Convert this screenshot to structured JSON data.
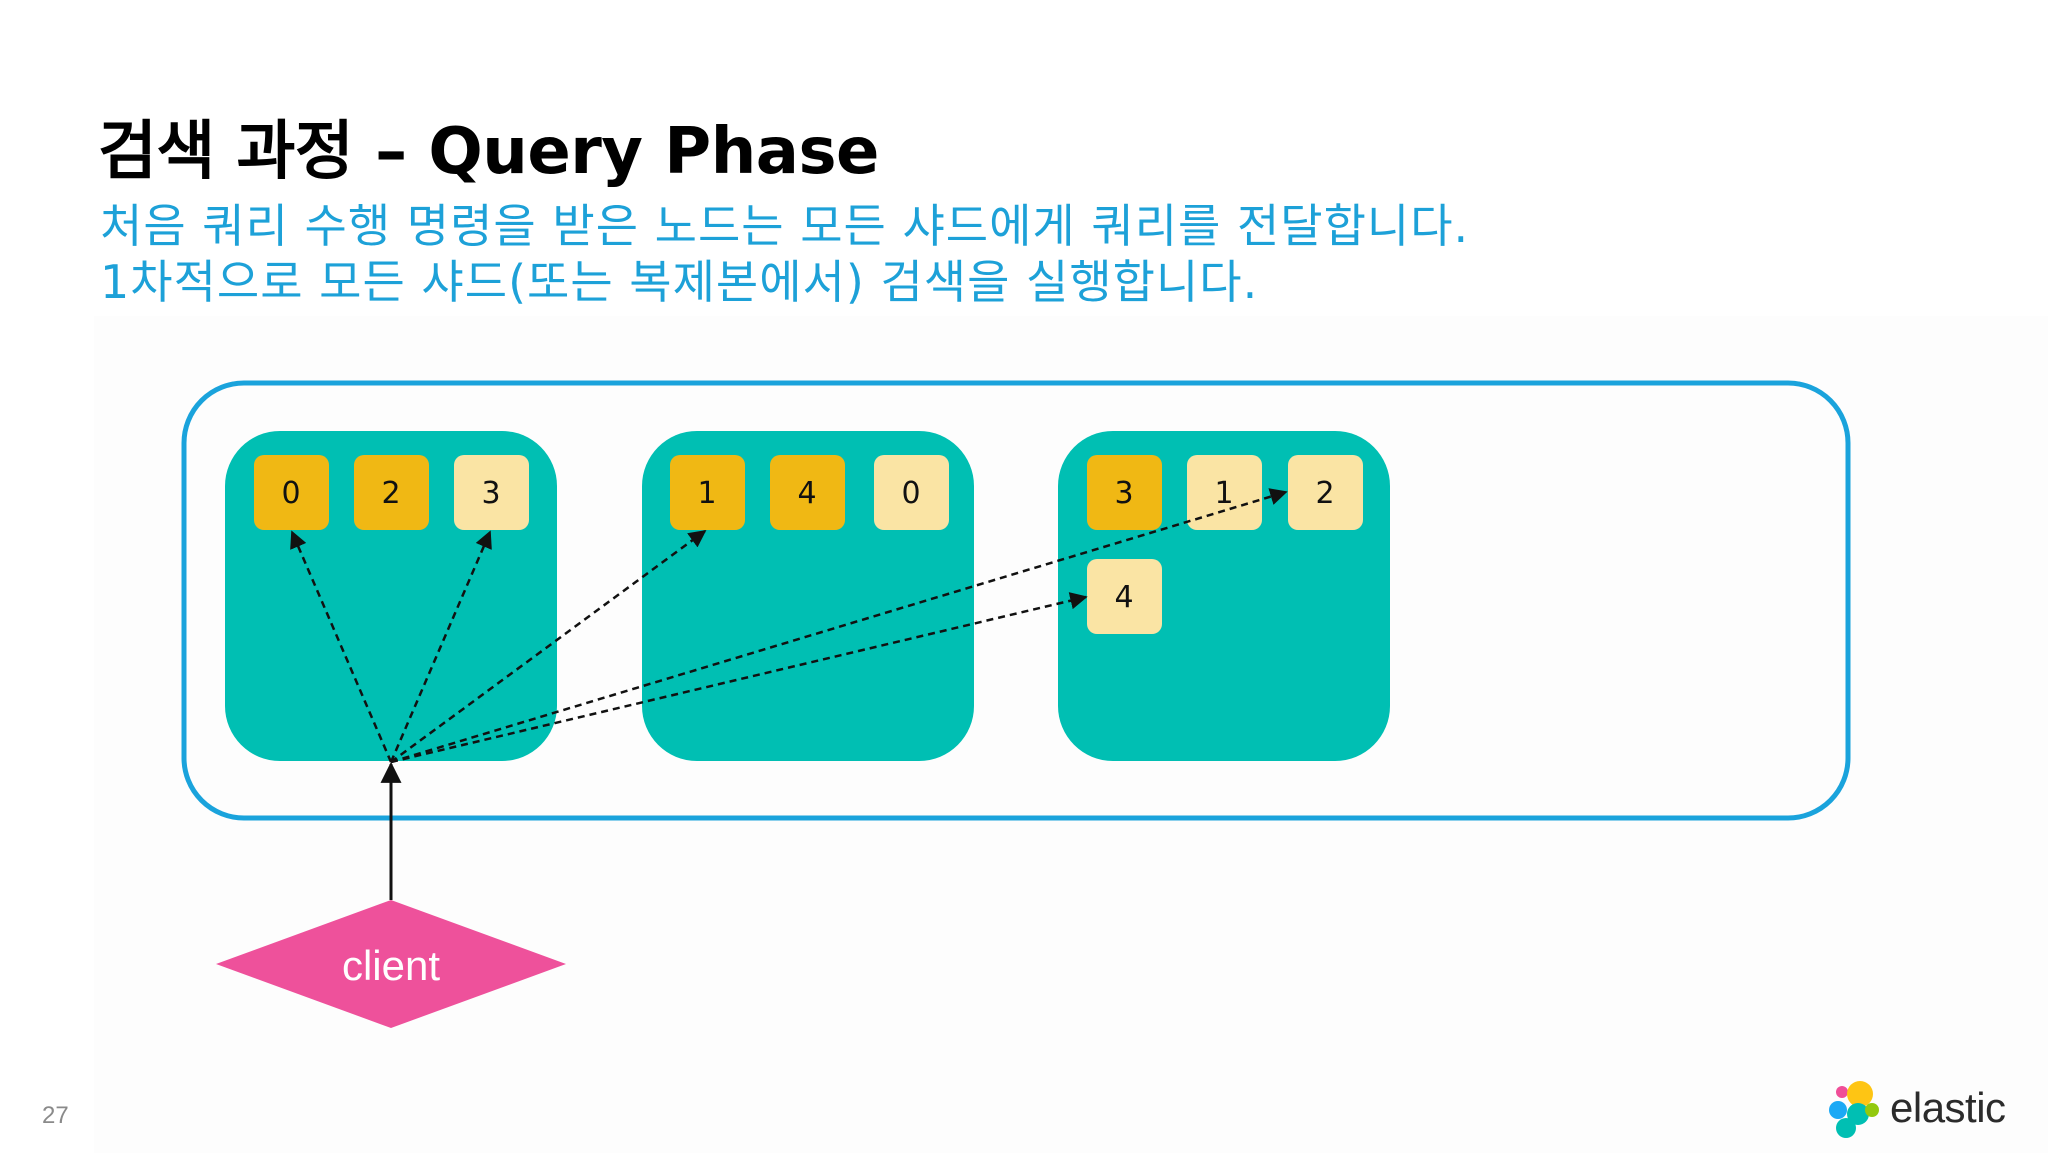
{
  "slide": {
    "title": "검색 과정 – Query Phase",
    "subtitle_line1": "처음 쿼리 수행 명령을 받은 노드는 모든 샤드에게 쿼리를 전달합니다.",
    "subtitle_line2": "1차적으로 모든 샤드(또는 복제본에서) 검색을 실행합니다.",
    "page_number": "27"
  },
  "diagram": {
    "colors": {
      "cluster_border": "#1aa3dc",
      "node_fill": "#00bfb3",
      "primary_shard": "#f0b814",
      "replica_shard": "#fae4a4",
      "client_fill": "#ee519b"
    },
    "nodes": [
      {
        "shards": [
          {
            "label": "0",
            "type": "primary"
          },
          {
            "label": "2",
            "type": "primary"
          },
          {
            "label": "3",
            "type": "replica"
          }
        ]
      },
      {
        "shards": [
          {
            "label": "1",
            "type": "primary"
          },
          {
            "label": "4",
            "type": "primary"
          },
          {
            "label": "0",
            "type": "replica"
          }
        ]
      },
      {
        "shards": [
          {
            "label": "3",
            "type": "primary"
          },
          {
            "label": "1",
            "type": "replica"
          },
          {
            "label": "2",
            "type": "replica"
          },
          {
            "label": "4",
            "type": "replica"
          }
        ]
      }
    ],
    "client_label": "client"
  },
  "logo": {
    "text": "elastic",
    "colors": [
      "#f04e98",
      "#fec514",
      "#00bfb3",
      "#1ba9f5",
      "#93c90e",
      "#0077cc"
    ]
  }
}
